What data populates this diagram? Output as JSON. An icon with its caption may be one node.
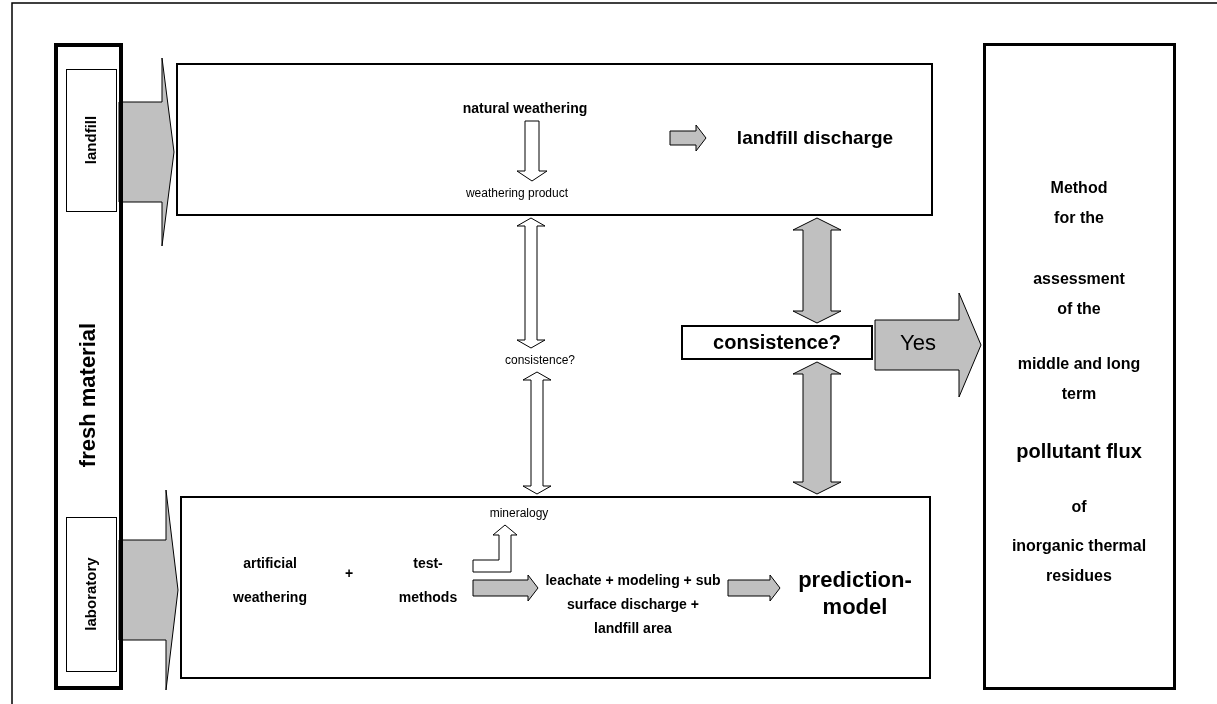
{
  "diagram": {
    "nodes": [
      {
        "text": [
          "fresh material"
        ]
      },
      {
        "text": [
          "landfill"
        ],
        "in": 0
      },
      {
        "text": [
          "laboratory"
        ],
        "in": 0
      },
      {
        "text": [],
        "shape": "box"
      },
      {
        "text": [
          "natural weathering"
        ],
        "in": 3
      },
      {
        "text": [
          "weathering product"
        ],
        "in": 3
      },
      {
        "text": [
          "landfill discharge"
        ],
        "in": 3
      },
      {
        "text": [
          "consistence?"
        ]
      },
      {
        "text": [
          "consistence?"
        ]
      },
      {
        "text": [],
        "shape": "box"
      },
      {
        "text": [
          "artificial weathering"
        ],
        "in": 9
      },
      {
        "text": [
          "test-methods"
        ],
        "in": 9
      },
      {
        "text": [
          "mineralogy"
        ],
        "in": 9
      },
      {
        "text": [
          "leachate + modeling + sub surface discharge + landfill area"
        ],
        "in": 9
      },
      {
        "text": [
          "prediction-model"
        ],
        "in": 9
      },
      {
        "text": [
          "Method for the",
          "assessment of the",
          "middle and long term",
          "pollutant flux",
          "of",
          "inorganic thermal residues"
        ]
      }
    ],
    "edges": [
      {
        "from": 1,
        "to": 3,
        "arrow": "to"
      },
      {
        "from": 2,
        "to": 9,
        "arrow": "to"
      },
      {
        "from": 4,
        "to": 5,
        "arrow": "to",
        "color": "#ffffff"
      },
      {
        "from": null,
        "to": 6,
        "arrow": "to"
      },
      {
        "from": 3,
        "to": 7,
        "arrow": "both",
        "color": "#ffffff"
      },
      {
        "from": 7,
        "to": 9,
        "arrow": "both",
        "color": "#ffffff"
      },
      {
        "from": 3,
        "to": 8,
        "arrow": "both"
      },
      {
        "from": 8,
        "to": 9,
        "arrow": "both"
      },
      {
        "from": 8,
        "to": 15,
        "arrow": "to",
        "label": "Yes"
      },
      {
        "from": 11,
        "to": 13,
        "arrow": "to"
      },
      {
        "from": 11,
        "to": 12,
        "arrow": "to",
        "color": "#ffffff"
      },
      {
        "from": 13,
        "to": 14,
        "arrow": "to"
      }
    ],
    "labels": [
      "+"
    ]
  }
}
